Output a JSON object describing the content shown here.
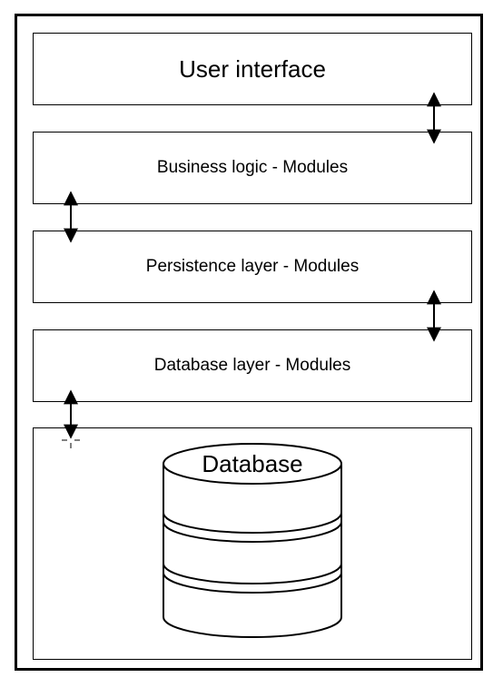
{
  "layers": {
    "user_interface": "User interface",
    "business_logic": "Business logic - Modules",
    "persistence": "Persistence layer - Modules",
    "database_layer": "Database layer - Modules"
  },
  "database": {
    "label": "Database"
  },
  "colors": {
    "stroke": "#000000",
    "background": "#ffffff"
  }
}
